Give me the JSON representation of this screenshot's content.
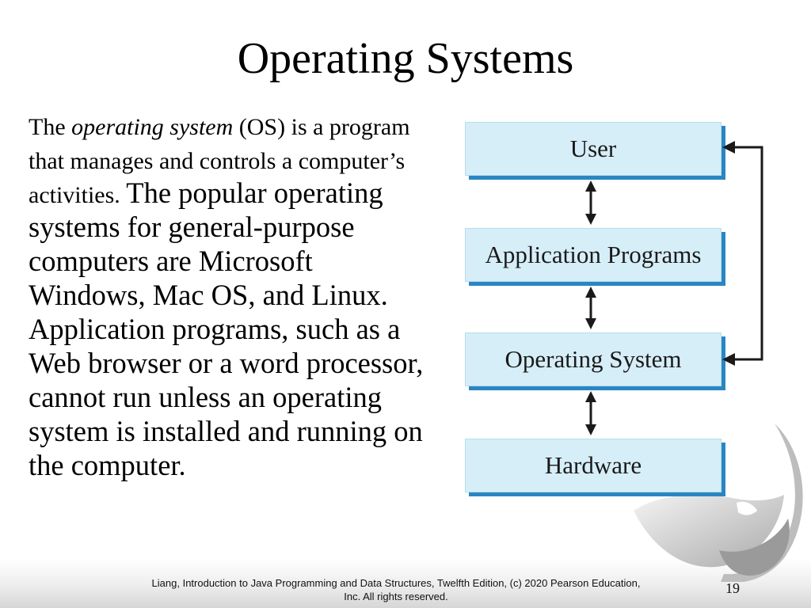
{
  "slide": {
    "title": "Operating Systems",
    "body": {
      "s1": "The ",
      "s2": "operating system",
      "s3": " (OS) is a program that manages and controls a computer’s activities. ",
      "s4": "The popular operating systems for general-purpose computers are Microsoft Windows, Mac OS, and Linux. Application programs, such as a Web browser or a word processor, cannot run unless an operating system is installed and running on the computer."
    },
    "diagram": {
      "layers": [
        "User",
        "Application Programs",
        "Operating System",
        "Hardware"
      ]
    },
    "footer": "Liang, Introduction to Java Programming and Data Structures, Twelfth Edition, (c) 2020 Pearson Education, Inc. All rights reserved.",
    "page_number": "19"
  },
  "colors": {
    "box_fill": "#d6eef8",
    "box_shadow": "#2a86c2",
    "arrow": "#1a1a1a"
  }
}
